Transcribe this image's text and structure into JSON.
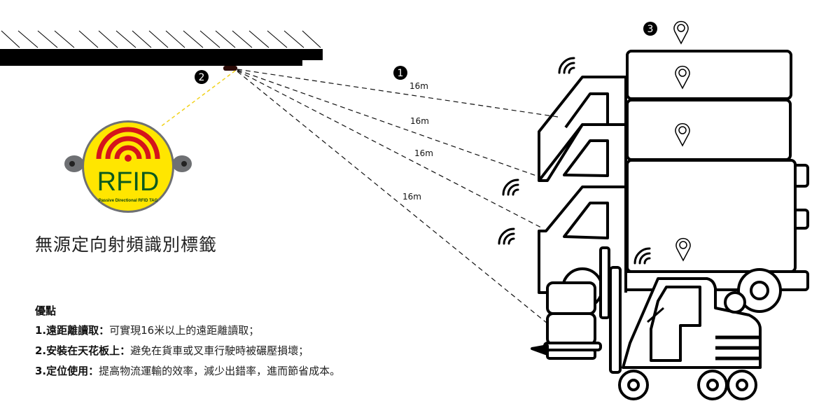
{
  "tag": {
    "logo_text": "RFID",
    "subtitle": "Passive Directional RFID TAG",
    "colors": {
      "body": "#ffe600",
      "waves": "#d4141c",
      "text": "#0a5a1e",
      "housing": "#6e7073"
    }
  },
  "badges": [
    "1",
    "2",
    "3"
  ],
  "distances": [
    "16m",
    "16m",
    "16m",
    "16m"
  ],
  "title": "無源定向射頻識別標籤",
  "advantages": {
    "heading": "優點",
    "items": [
      {
        "label": "1.遠距離讀取：",
        "text": "可實現16米以上的遠距離讀取；"
      },
      {
        "label": "2.安裝在天花板上：",
        "text": "避免在貨車或叉車行駛時被碾壓損壞；"
      },
      {
        "label": "3.定位使用：",
        "text": "提高物流運輸的效率，減少出錯率，進而節省成本。"
      }
    ]
  },
  "colors": {
    "beam": "#111111",
    "link": "#f2d21c",
    "outline": "#000000"
  }
}
